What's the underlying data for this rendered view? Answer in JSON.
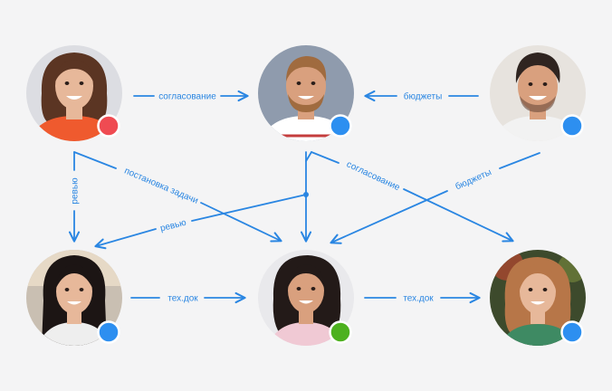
{
  "people": [
    {
      "id": "p1",
      "status": "red"
    },
    {
      "id": "p2",
      "status": "blue"
    },
    {
      "id": "p3",
      "status": "blue"
    },
    {
      "id": "p4",
      "status": "blue"
    },
    {
      "id": "p5",
      "status": "green"
    },
    {
      "id": "p6",
      "status": "blue"
    }
  ],
  "edges": {
    "p1_p2": "согласование",
    "p3_p2": "бюджеты",
    "p1_p4": "ревью",
    "p1_p5": "постановка задачи",
    "split_p4": "ревью",
    "p2_p6": "согласование",
    "p3_p5": "бюджеты",
    "p4_p5": "тех.док",
    "p5_p6": "тех.док"
  },
  "colors": {
    "arrow": "#2a86e2",
    "status_red": "#ef4b52",
    "status_blue": "#2d8ff0",
    "status_green": "#4db11f",
    "background": "#f4f4f5"
  }
}
